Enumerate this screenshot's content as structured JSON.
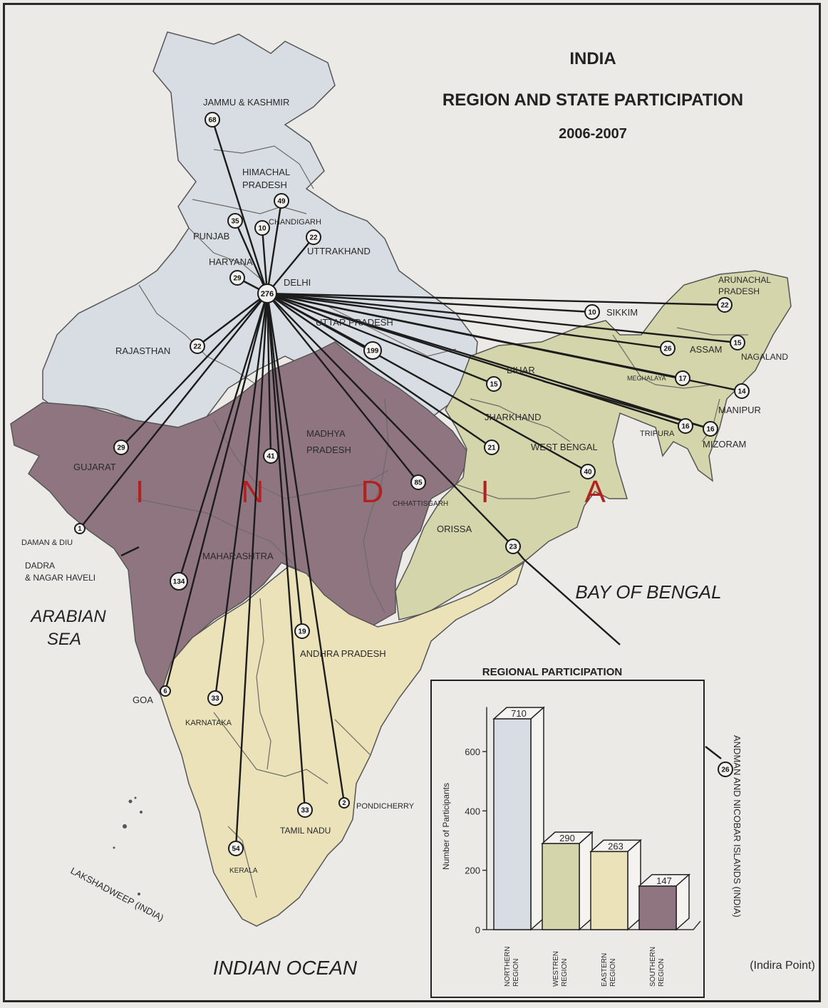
{
  "title": {
    "line1": "INDIA",
    "line2": "REGION AND STATE PARTICIPATION",
    "line3": "2006-2007"
  },
  "watermark": "I N D I A",
  "seas": {
    "arabian": [
      "ARABIAN",
      "SEA"
    ],
    "bengal": "BAY OF BENGAL",
    "indian": "INDIAN OCEAN"
  },
  "islands": {
    "lakshadweep": "LAKSHADWEEP (INDIA)",
    "andaman": "ANDMAN AND NICOBAR ISLANDS (INDIA)",
    "indira_point": "(Indira Point)"
  },
  "hub": {
    "value": "276",
    "label": "DELHI"
  },
  "states": [
    {
      "name": "JAMMU & KASHMIR",
      "value": "68",
      "region": "northern"
    },
    {
      "name": "HIMACHAL PRADESH",
      "value": "49",
      "region": "northern"
    },
    {
      "name": "PUNJAB",
      "value": "35",
      "region": "northern"
    },
    {
      "name": "CHANDIGARH",
      "value": "10",
      "region": "northern"
    },
    {
      "name": "UTTRAKHAND",
      "value": "22",
      "region": "northern"
    },
    {
      "name": "HARYANA",
      "value": "29",
      "region": "northern"
    },
    {
      "name": "RAJASTHAN",
      "value": "22",
      "region": "northern"
    },
    {
      "name": "UTTAR PRADESH",
      "value": "199",
      "region": "northern"
    },
    {
      "name": "GUJARAT",
      "value": "29",
      "region": "western"
    },
    {
      "name": "DAMAN & DIU",
      "value": "1",
      "region": "western"
    },
    {
      "name": "DADRA & NAGAR HAVELI",
      "value": "",
      "region": "western"
    },
    {
      "name": "MADHYA PRADESH",
      "value": "41",
      "region": "western"
    },
    {
      "name": "MAHARASHTRA",
      "value": "134",
      "region": "western"
    },
    {
      "name": "CHHATTISGARH",
      "value": "85",
      "region": "western"
    },
    {
      "name": "GOA",
      "value": "6",
      "region": "western"
    },
    {
      "name": "BIHAR",
      "value": "15",
      "region": "eastern"
    },
    {
      "name": "JHARKHAND",
      "value": "21",
      "region": "eastern"
    },
    {
      "name": "WEST BENGAL",
      "value": "40",
      "region": "eastern"
    },
    {
      "name": "ORISSA",
      "value": "23",
      "region": "eastern"
    },
    {
      "name": "SIKKIM",
      "value": "10",
      "region": "eastern"
    },
    {
      "name": "ARUNACHAL PRADESH",
      "value": "22",
      "region": "eastern"
    },
    {
      "name": "ASSAM",
      "value": "26",
      "region": "eastern"
    },
    {
      "name": "NAGALAND",
      "value": "15",
      "region": "eastern"
    },
    {
      "name": "MEGHALAYA",
      "value": "17",
      "region": "eastern"
    },
    {
      "name": "MANIPUR",
      "value": "14",
      "region": "eastern"
    },
    {
      "name": "TRIPURA",
      "value": "16",
      "region": "eastern"
    },
    {
      "name": "MIZORAM",
      "value": "16",
      "region": "eastern"
    },
    {
      "name": "ANDHRA PRADESH",
      "value": "19",
      "region": "southern"
    },
    {
      "name": "KARNATAKA",
      "value": "33",
      "region": "southern"
    },
    {
      "name": "TAMIL NADU",
      "value": "33",
      "region": "southern"
    },
    {
      "name": "PONDICHERRY",
      "value": "2",
      "region": "southern"
    },
    {
      "name": "KERALA",
      "value": "54",
      "region": "southern"
    },
    {
      "name": "ANDMAN AND NICOBAR ISLANDS",
      "value": "26",
      "region": "southern"
    }
  ],
  "colors": {
    "northern": "#d7dde2",
    "western": "#8f7580",
    "eastern": "#d5d5ac",
    "southern": "#ebe2b9",
    "sea": "#eceae7",
    "line": "#1c1c1c",
    "watermark": "#b32020"
  },
  "chart_data": {
    "type": "bar",
    "title": "REGIONAL PARTICIPATION",
    "ylabel": "Number of Participants",
    "categories": [
      "NORTHERN REGION",
      "WESTREN REGION",
      "EASTERN REGION",
      "SOUTHERN REGION"
    ],
    "values": [
      710,
      290,
      263,
      147
    ],
    "yticks": [
      0,
      200,
      400,
      600
    ],
    "ylim": [
      0,
      750
    ],
    "bar_colors": [
      "#d7dde2",
      "#d5d5ac",
      "#ebe2b9",
      "#8f7580"
    ]
  }
}
